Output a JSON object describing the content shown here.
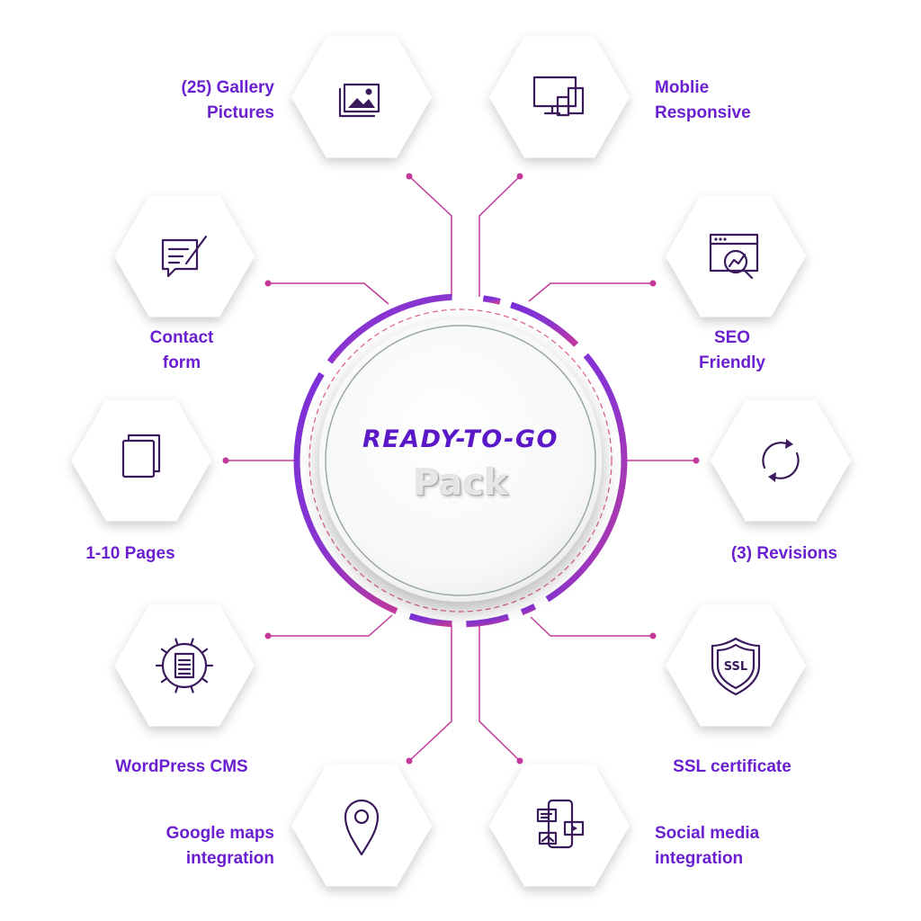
{
  "title": "READY-TO-GO",
  "subtitle": "Pack",
  "colors": {
    "accent": "#6a1fd0",
    "connector": "#c2399b",
    "icon": "#3a1a5c"
  },
  "features": [
    {
      "lines": [
        "(25) Gallery",
        "Pictures"
      ],
      "icon": "gallery-icon"
    },
    {
      "lines": [
        "Moblie",
        "Responsive"
      ],
      "icon": "devices-icon"
    },
    {
      "lines": [
        "Contact",
        "form"
      ],
      "icon": "contact-form-icon"
    },
    {
      "lines": [
        "SEO",
        "Friendly"
      ],
      "icon": "seo-icon"
    },
    {
      "lines": [
        "1-10 Pages"
      ],
      "icon": "pages-icon"
    },
    {
      "lines": [
        "(3) Revisions"
      ],
      "icon": "revisions-icon"
    },
    {
      "lines": [
        "WordPress CMS"
      ],
      "icon": "cms-gear-icon"
    },
    {
      "lines": [
        "SSL certificate"
      ],
      "icon": "ssl-shield-icon"
    },
    {
      "lines": [
        "Google maps",
        "integration"
      ],
      "icon": "map-pin-icon"
    },
    {
      "lines": [
        "Social media",
        "integration"
      ],
      "icon": "social-media-icon"
    }
  ]
}
